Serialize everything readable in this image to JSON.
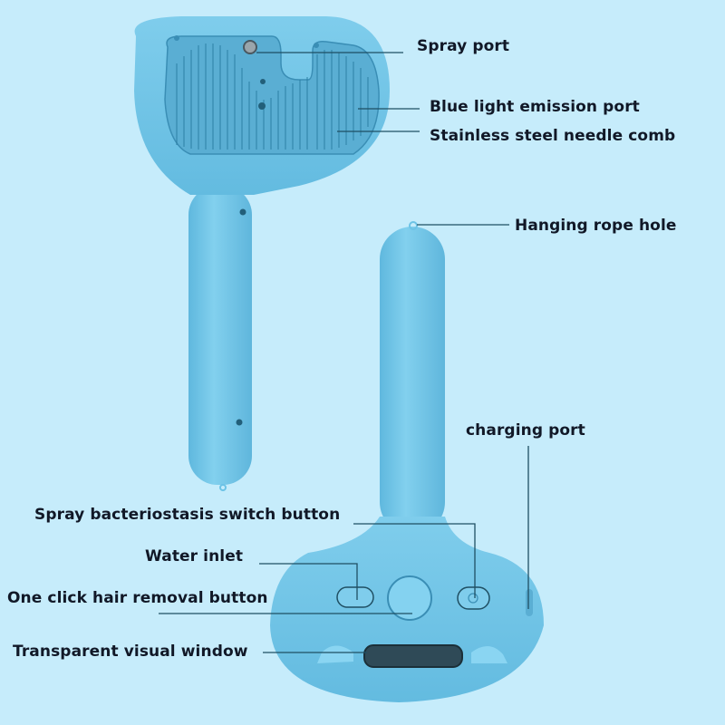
{
  "background_color": "#c6ecfb",
  "product_color": "#6cc3e6",
  "product_shadow_color": "#4aa9d1",
  "leader_line_color": "#1f4f63",
  "labels": {
    "spray_port": "Spray port",
    "blue_light": "Blue light emission port",
    "needle_comb": "Stainless steel needle comb",
    "rope_hole": "Hanging rope hole",
    "charging_port": "charging port",
    "spray_switch": "Spray bacteriostasis switch button",
    "water_inlet": "Water inlet",
    "hair_removal": "One click hair removal button",
    "visual_window": "Transparent visual window"
  }
}
